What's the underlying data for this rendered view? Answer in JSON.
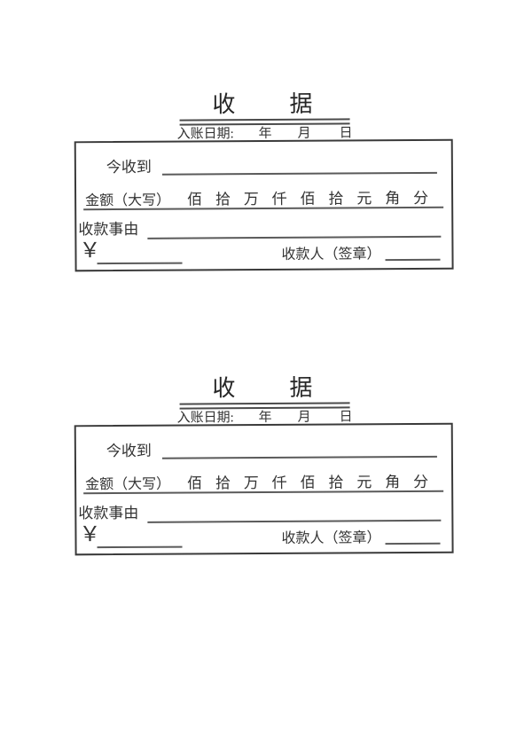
{
  "page": {
    "background_color": "#ffffff",
    "ink_color": "#2f2f2f",
    "line_color": "#5a5a5a"
  },
  "receipts": [
    {
      "title_char_left": "收",
      "title_char_right": "据",
      "date": {
        "label": "入账日期:",
        "year": "年",
        "month": "月",
        "day": "日"
      },
      "received_label": "今收到",
      "amount_label": "金额（大写）",
      "amount_units": [
        "佰",
        "拾",
        "万",
        "仟",
        "佰",
        "拾",
        "元",
        "角",
        "分"
      ],
      "reason_label": "收款事由",
      "currency_symbol": "￥",
      "payee_label": "收款人（签章）"
    },
    {
      "title_char_left": "收",
      "title_char_right": "据",
      "date": {
        "label": "入账日期:",
        "year": "年",
        "month": "月",
        "day": "日"
      },
      "received_label": "今收到",
      "amount_label": "金额（大写）",
      "amount_units": [
        "佰",
        "拾",
        "万",
        "仟",
        "佰",
        "拾",
        "元",
        "角",
        "分"
      ],
      "reason_label": "收款事由",
      "currency_symbol": "￥",
      "payee_label": "收款人（签章）"
    }
  ]
}
